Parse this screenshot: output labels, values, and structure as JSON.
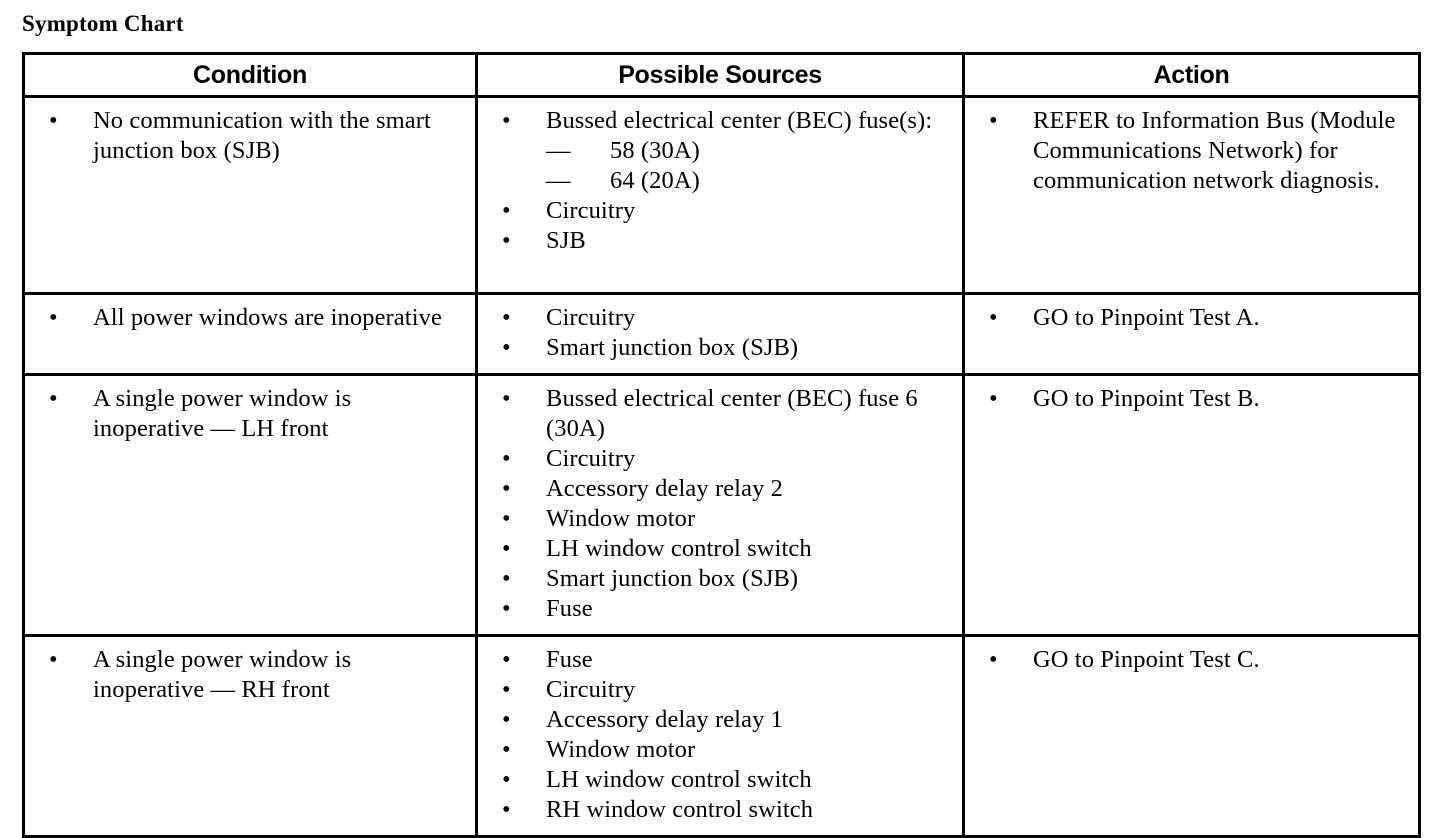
{
  "document": {
    "title": "Symptom Chart"
  },
  "table": {
    "headers": [
      {
        "label": "Condition"
      },
      {
        "label": "Possible Sources"
      },
      {
        "label": "Action"
      }
    ],
    "rows": [
      {
        "condition": [
          {
            "text": "No communication with the smart junction box (SJB)"
          }
        ],
        "sources": [
          {
            "text": "Bussed electrical center (BEC) fuse(s):",
            "subitems": [
              {
                "dash": "—",
                "text": "58 (30A)"
              },
              {
                "dash": "—",
                "text": "64 (20A)"
              }
            ]
          },
          {
            "text": "Circuitry"
          },
          {
            "text": "SJB"
          }
        ],
        "action": [
          {
            "text": "REFER to Information Bus (Module Communications Network) for communication network diagnosis."
          }
        ]
      },
      {
        "condition": [
          {
            "text": "All power windows are inoperative"
          }
        ],
        "sources": [
          {
            "text": "Circuitry"
          },
          {
            "text": "Smart junction box (SJB)"
          }
        ],
        "action": [
          {
            "text": "GO to Pinpoint Test A."
          }
        ]
      },
      {
        "condition": [
          {
            "text": "A single power window is inoperative — LH front"
          }
        ],
        "sources": [
          {
            "text": "Bussed electrical center (BEC) fuse 6 (30A)"
          },
          {
            "text": "Circuitry"
          },
          {
            "text": "Accessory delay relay 2"
          },
          {
            "text": "Window motor"
          },
          {
            "text": "LH window control switch"
          },
          {
            "text": "Smart junction box (SJB)"
          },
          {
            "text": "Fuse"
          }
        ],
        "action": [
          {
            "text": "GO to Pinpoint Test B."
          }
        ]
      },
      {
        "condition": [
          {
            "text": "A single power window is inoperative — RH front"
          }
        ],
        "sources": [
          {
            "text": "Fuse"
          },
          {
            "text": "Circuitry"
          },
          {
            "text": "Accessory delay relay 1"
          },
          {
            "text": "Window motor"
          },
          {
            "text": "LH window control switch"
          },
          {
            "text": "RH window control switch"
          }
        ],
        "action": [
          {
            "text": "GO to Pinpoint Test C."
          }
        ]
      }
    ],
    "bullet_glyph": "•"
  },
  "colors": {
    "background": "#ffffff",
    "text": "#000000",
    "border": "#000000"
  }
}
